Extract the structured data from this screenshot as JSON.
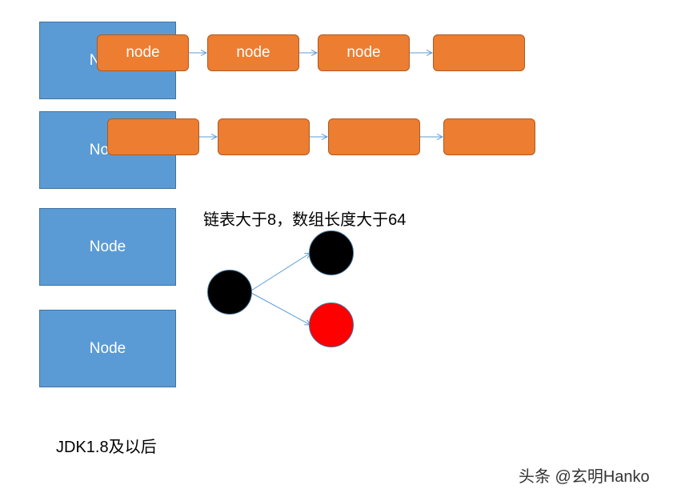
{
  "buckets": [
    {
      "label": "Node"
    },
    {
      "label": "Node"
    },
    {
      "label": "Node"
    },
    {
      "label": "Node"
    }
  ],
  "list_row_1": [
    {
      "label": "node"
    },
    {
      "label": "node"
    },
    {
      "label": "node"
    },
    {
      "label": ""
    }
  ],
  "list_row_2": [
    {
      "label": ""
    },
    {
      "label": ""
    },
    {
      "label": ""
    },
    {
      "label": ""
    }
  ],
  "condition_text": "链表大于8，数组长度大于64",
  "version_text": "JDK1.8及以后",
  "watermark": "头条 @玄明Hanko",
  "colors": {
    "bucket": "#5b9bd5",
    "node": "#ed7d31",
    "arrow": "#5b9bd5",
    "tree_black": "#000000",
    "tree_red": "#ff0000"
  }
}
